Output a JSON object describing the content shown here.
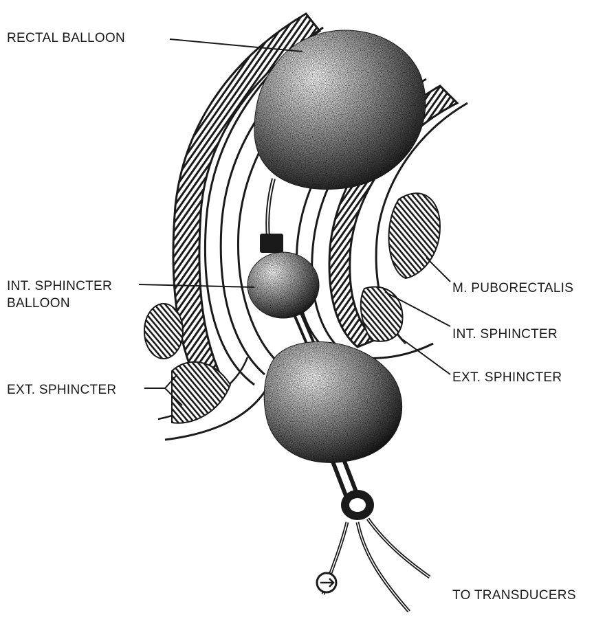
{
  "labels": {
    "rectal_balloon": "RECTAL BALLOON",
    "int_sphincter_balloon_line1": "INT. SPHINCTER",
    "int_sphincter_balloon_line2": "BALLOON",
    "ext_sphincter_left": "EXT. SPHINCTER",
    "m_puborectalis": "M. PUBORECTALIS",
    "int_sphincter": "INT. SPHINCTER",
    "ext_sphincter_right": "EXT. SPHINCTER",
    "to_transducers": "TO TRANSDUCERS"
  },
  "colors": {
    "ink": "#1a1a1a",
    "paper": "#ffffff"
  }
}
